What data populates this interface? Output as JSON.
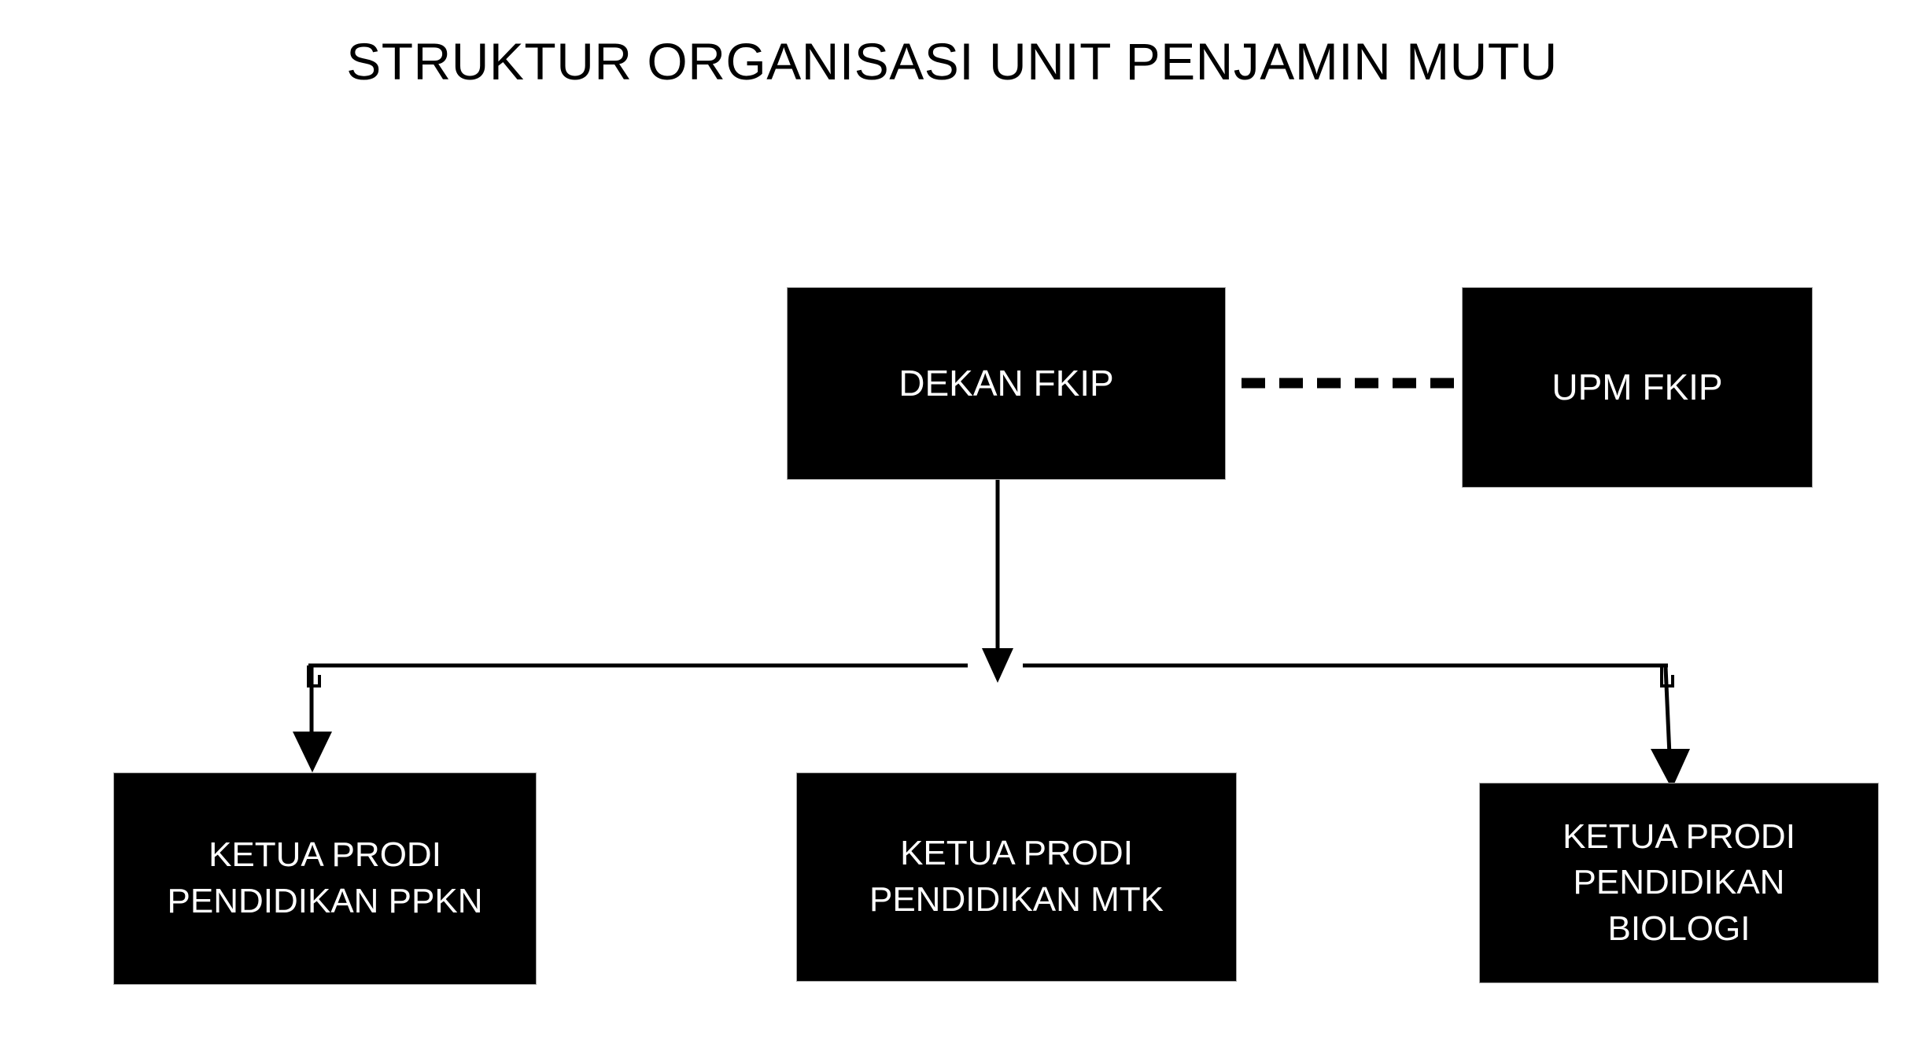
{
  "title": "STRUKTUR ORGANISASI UNIT PENJAMIN MUTU",
  "colors": {
    "box_fill": "#000000",
    "box_text": "#FFFFFF",
    "box_border": "#A6A6A6",
    "line": "#000000",
    "background": "#FFFFFF"
  },
  "nodes": {
    "dekan": {
      "label": "DEKAN FKIP"
    },
    "upm": {
      "label": "UPM FKIP"
    },
    "ppkn": {
      "label": "KETUA PRODI\nPENDIDIKAN PPKN"
    },
    "mtk": {
      "label": "KETUA PRODI\nPENDIDIKAN MTK"
    },
    "biologi": {
      "label": "KETUA PRODI\nPENDIDIKAN\nBIOLOGI"
    }
  },
  "connectors": {
    "dekan_upm": {
      "style": "dashed",
      "from": "dekan",
      "to": "upm"
    },
    "dekan_down": {
      "style": "solid-arrow",
      "from": "dekan",
      "to": "mtk"
    },
    "bus_left": {
      "style": "solid-arrow",
      "from": "dekan",
      "to": "ppkn"
    },
    "bus_right": {
      "style": "solid-arrow",
      "from": "dekan",
      "to": "biologi"
    }
  }
}
